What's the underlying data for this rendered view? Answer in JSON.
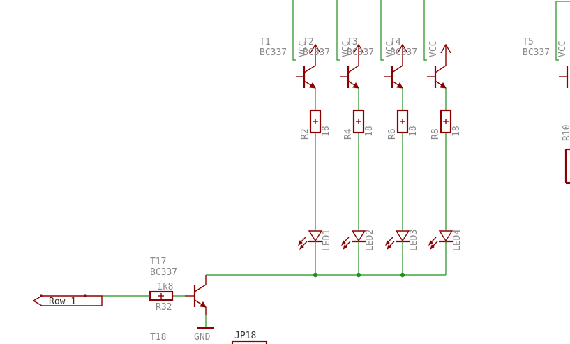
{
  "transistors_top": [
    {
      "name": "T1",
      "value": "BC337",
      "supply": "VCC"
    },
    {
      "name": "T2",
      "value": "BC337",
      "supply": "VCC"
    },
    {
      "name": "T3",
      "value": "BC337",
      "supply": "VCC"
    },
    {
      "name": "T4",
      "value": "BC337",
      "supply": "VCC"
    },
    {
      "name": "T5",
      "value": "BC337",
      "supply": "VCC"
    }
  ],
  "resistors": [
    {
      "name": "R2",
      "value": "18"
    },
    {
      "name": "R4",
      "value": "18"
    },
    {
      "name": "R6",
      "value": "18"
    },
    {
      "name": "R8",
      "value": "18"
    },
    {
      "name": "R10",
      "value": ""
    }
  ],
  "leds": [
    "LED1",
    "LED2",
    "LED3",
    "LED4"
  ],
  "row_driver": {
    "transistor_name": "T17",
    "transistor_value": "BC337",
    "base_resistor_value": "1k8",
    "base_resistor_name": "R32",
    "ground_label": "GND",
    "input_port": "Row 1"
  },
  "bottom_labels": {
    "next_transistor": "T18",
    "header": "JP18"
  },
  "colors": {
    "wire": "#1f8f1f",
    "component": "#8b0000",
    "label": "#888888",
    "background": "#ffffff"
  }
}
